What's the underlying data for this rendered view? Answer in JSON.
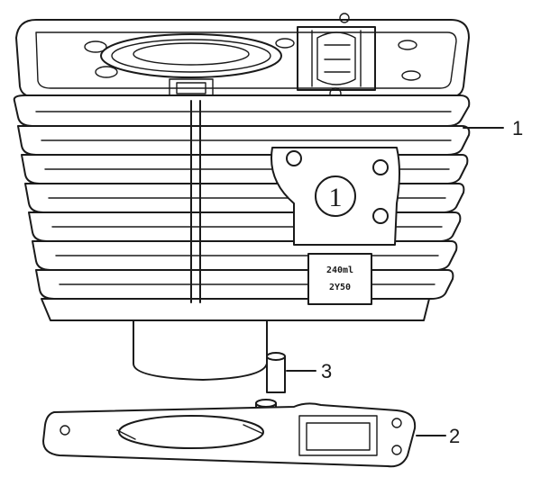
{
  "diagram": {
    "embossed_mark": "1",
    "plate": {
      "line1": "240ml",
      "line2": "2Y50"
    },
    "callouts": [
      {
        "id": "part-1",
        "label": "1"
      },
      {
        "id": "part-2",
        "label": "2"
      },
      {
        "id": "part-3",
        "label": "3"
      }
    ]
  }
}
